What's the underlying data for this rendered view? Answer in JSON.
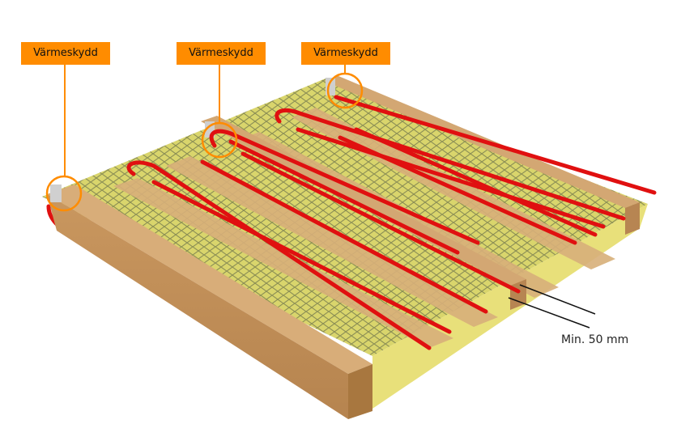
{
  "callouts": [
    {
      "label": "Värmeskydd"
    },
    {
      "label": "Värmeskydd"
    },
    {
      "label": "Värmeskydd"
    }
  ],
  "dimension_label": "Min. 50 mm",
  "colors": {
    "callout_bg": "#ff8c00",
    "highlight_ring": "#ff8c00",
    "pipe": "#e01010",
    "joist": "#d2a273",
    "insulation": "#e6e27a"
  }
}
